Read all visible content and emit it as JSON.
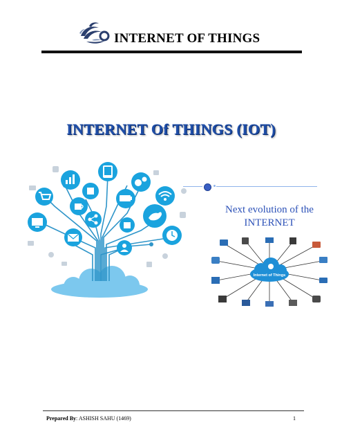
{
  "header": {
    "title": "INTERNET OF THINGS",
    "logo_icon": "swirl-logo-icon"
  },
  "main_title": "INTERNET Of THINGS (IOT)",
  "tagline": {
    "line1": "Next evolution of the",
    "line2": "INTERNET"
  },
  "hub_label": "Internet of Things",
  "footer": {
    "prepared_label": "Prepared By",
    "separator": ":",
    "author": "ASHISH SAHU (1469)",
    "page_number": "1"
  },
  "colors": {
    "title_blue": "#1f4ea8",
    "tagline_blue": "#2d52b8",
    "icon_blue": "#1aa3de",
    "cloud_blue": "#7cc8ee"
  }
}
